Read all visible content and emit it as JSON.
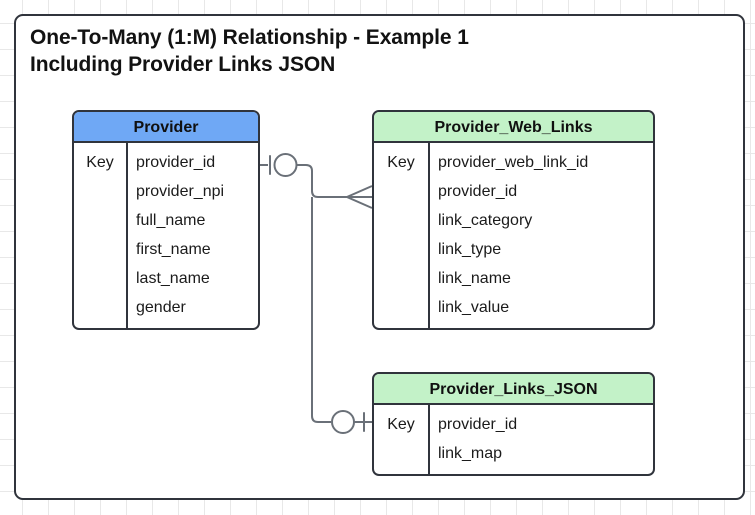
{
  "title": {
    "line1": "One-To-Many (1:M) Relationship - Example 1",
    "line2": "Including Provider Links JSON"
  },
  "colors": {
    "provider_header": "#6FA8F5",
    "web_links_header": "#C3F2C8",
    "links_json_header": "#C3F2C8",
    "border": "#30343c",
    "connector": "#6a7078",
    "page_background": "#ffffff",
    "grid": "#e8e8e8"
  },
  "entities": [
    {
      "name": "Provider",
      "key_label": "Key",
      "fields": [
        "provider_id",
        "provider_npi",
        "full_name",
        "first_name",
        "last_name",
        "gender"
      ]
    },
    {
      "name": "Provider_Web_Links",
      "key_label": "Key",
      "fields": [
        "provider_web_link_id",
        "provider_id",
        "link_category",
        "link_type",
        "link_name",
        "link_value"
      ]
    },
    {
      "name": "Provider_Links_JSON",
      "key_label": "Key",
      "fields": [
        "provider_id",
        "link_map"
      ]
    }
  ],
  "relationships": [
    {
      "from": "Provider",
      "from_field": "provider_id",
      "from_cardinality": "one",
      "from_notation": "tick-and-circle",
      "to": "Provider_Web_Links",
      "to_field": "provider_id",
      "to_cardinality": "many",
      "to_notation": "crows-foot"
    },
    {
      "from": "Provider",
      "from_field": "provider_id",
      "from_cardinality": "one",
      "from_notation": "tick-and-circle",
      "to": "Provider_Links_JSON",
      "to_field": "provider_id",
      "to_cardinality": "one",
      "to_notation": "circle-and-tick"
    }
  ]
}
